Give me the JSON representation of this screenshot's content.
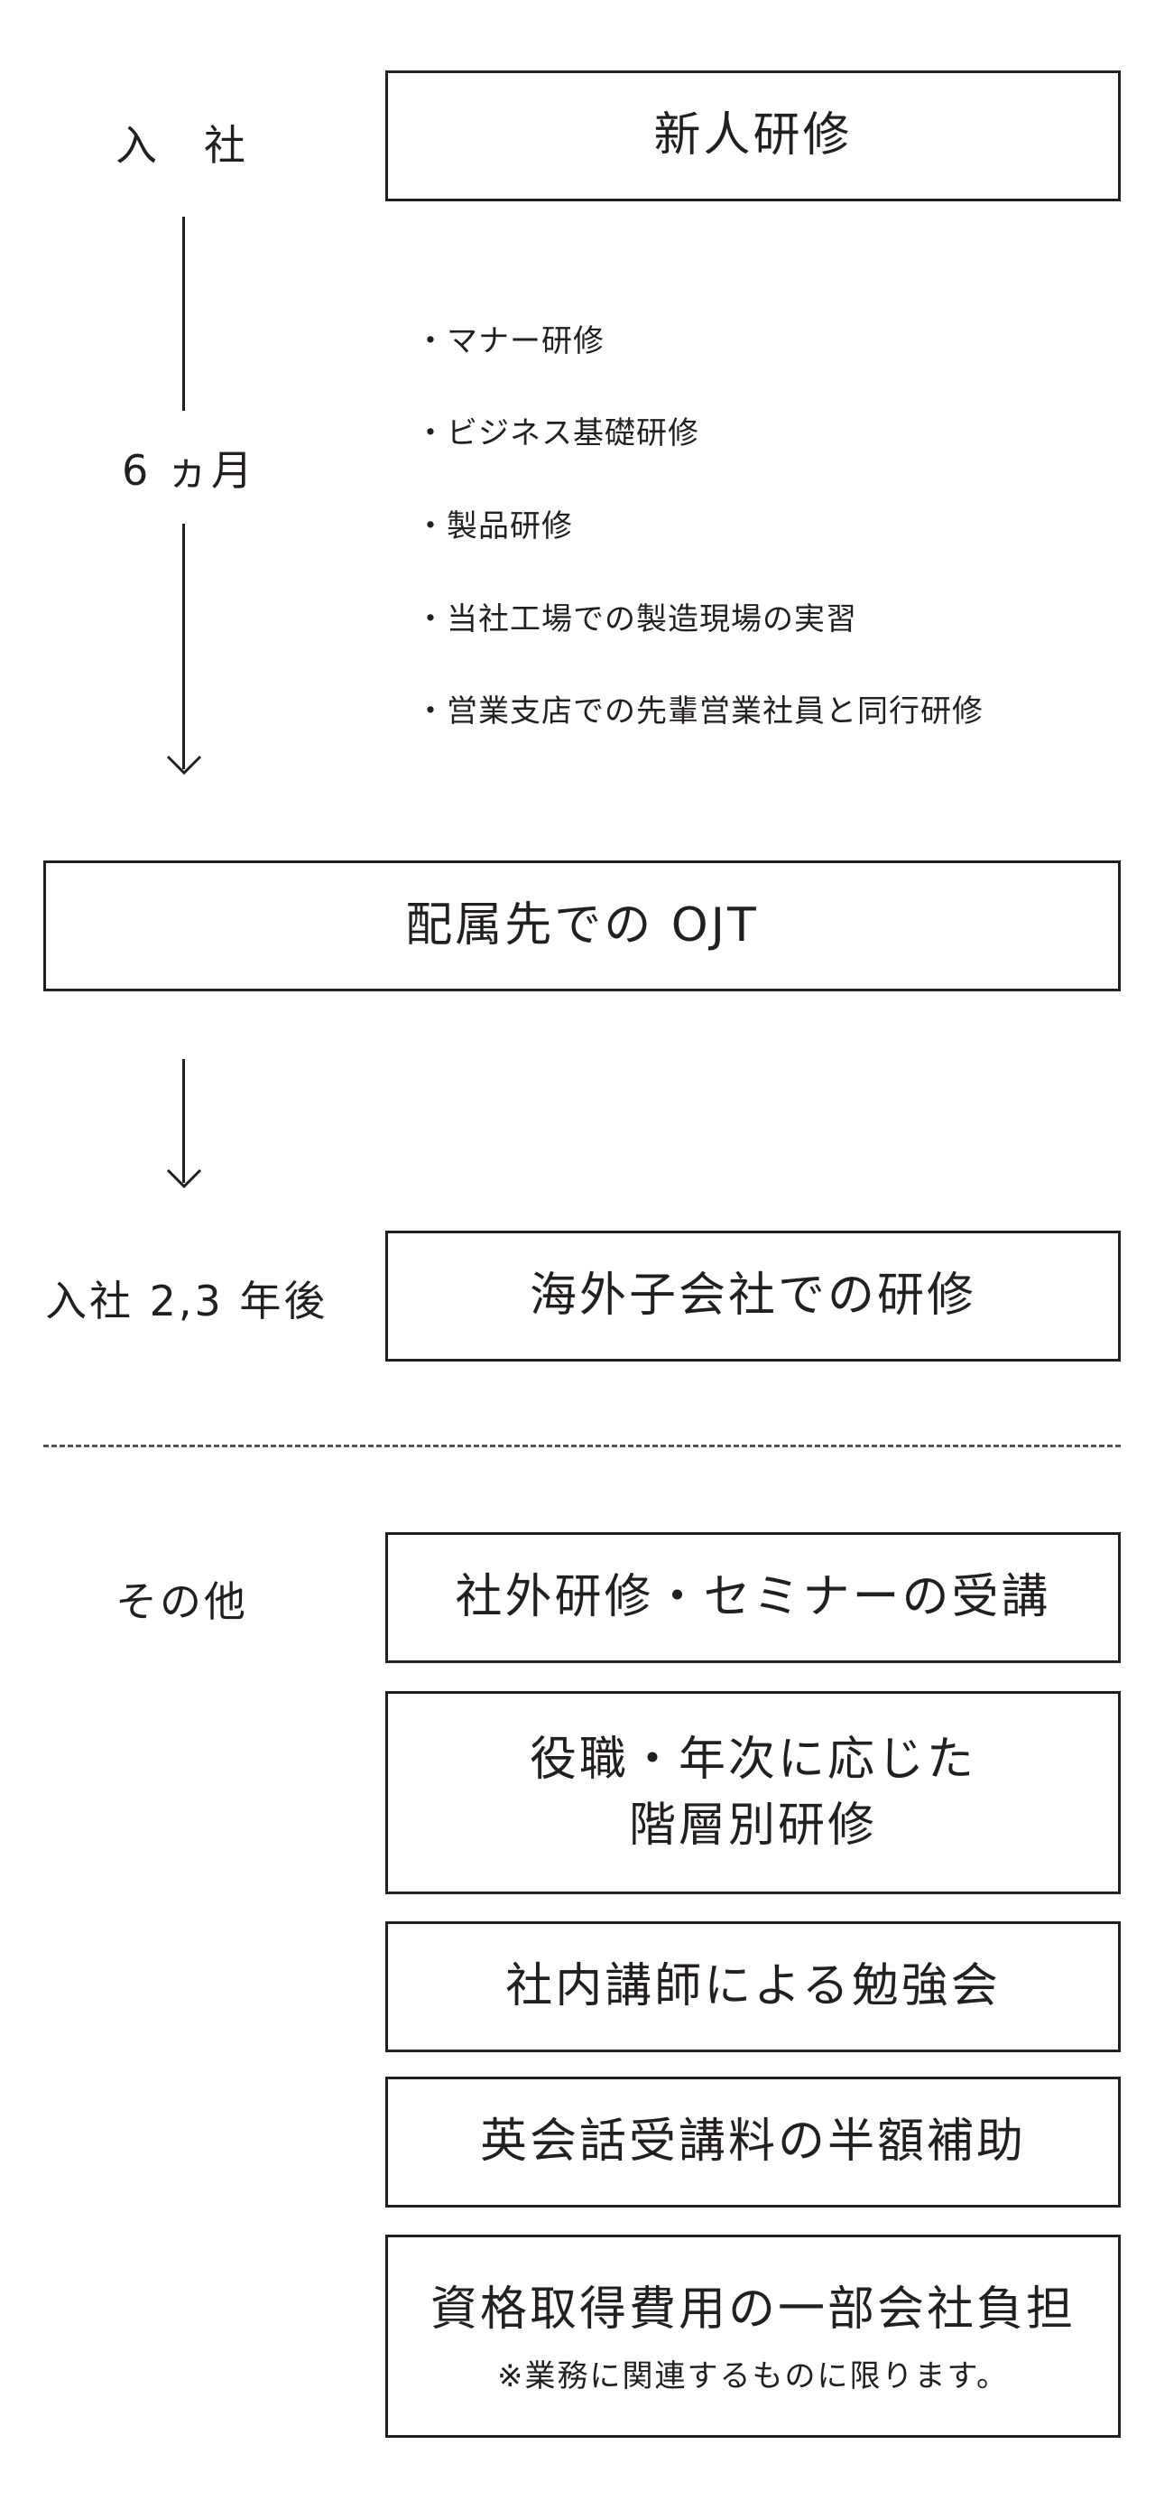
{
  "flow": {
    "entry_label": "入　社",
    "six_months_label": "6 ヵ月",
    "after_label": "入社 2,3 年後",
    "other_label": "その他",
    "new_hire_box": "新人研修",
    "bullets": [
      "・マナー研修",
      "・ビジネス基礎研修",
      "・製品研修",
      "・当社工場での製造現場の実習",
      "・営業支店での先輩営業社員と同行研修"
    ],
    "ojt_box": "配属先での OJT",
    "overseas_box": "海外子会社での研修"
  },
  "other_programs": [
    {
      "title": "社外研修・セミナーの受講"
    },
    {
      "title_line1": "役職・年次に応じた",
      "title_line2": "階層別研修"
    },
    {
      "title": "社内講師による勉強会"
    },
    {
      "title": "英会話受講料の半額補助"
    },
    {
      "title": "資格取得費用の一部会社負担",
      "note": "※業務に関連するものに限ります。"
    }
  ]
}
